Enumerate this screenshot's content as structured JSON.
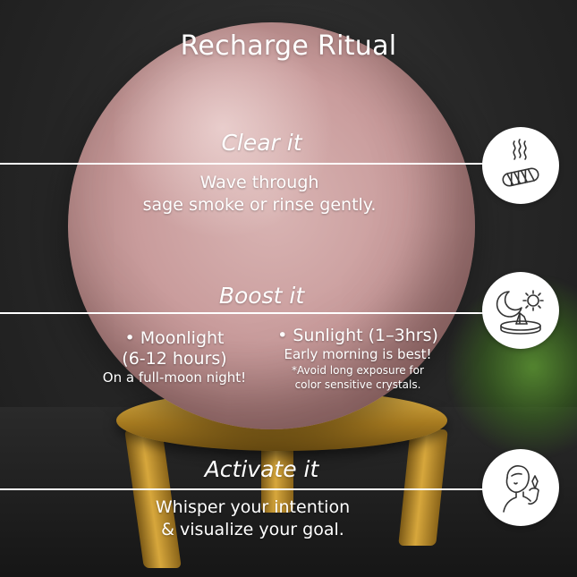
{
  "title": "Recharge Ritual",
  "sections": [
    {
      "title": "Clear it",
      "lines": [
        "Wave through",
        "sage smoke or rinse gently."
      ],
      "icon": "sage-smudge-icon"
    },
    {
      "title": "Boost it",
      "icon": "moon-sun-crystal-icon",
      "moonlight": {
        "heading1": "• Moonlight",
        "heading2": "(6-12 hours)",
        "sub": "On a full-moon night!"
      },
      "sunlight": {
        "heading": "• Sunlight (1–3hrs)",
        "sub": "Early morning is best!",
        "note1": "*Avoid long exposure for",
        "note2": "color sensitive crystals."
      }
    },
    {
      "title": "Activate it",
      "lines": [
        "Whisper your intention",
        "& visualize your goal."
      ],
      "icon": "woman-holding-crystal-icon"
    }
  ]
}
